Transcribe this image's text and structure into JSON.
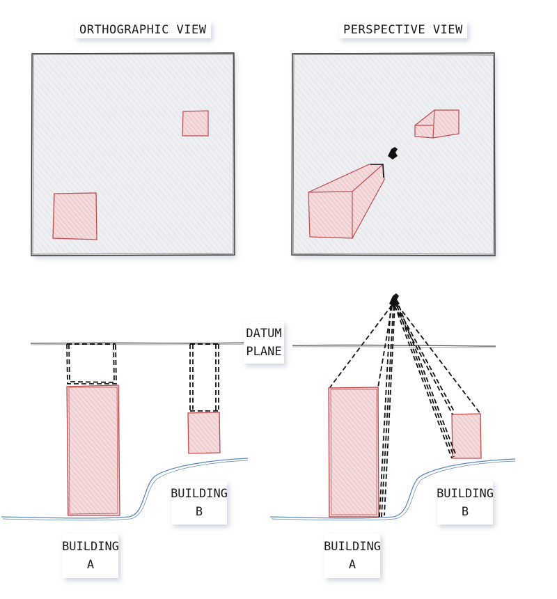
{
  "titles": {
    "orthographic": "ORTHOGRAPHIC VIEW",
    "perspective": "PERSPECTIVE VIEW"
  },
  "labels": {
    "datum_line1": "DATUM",
    "datum_line2": "PLANE",
    "left_building_a_line1": "BUILDING",
    "left_building_a_line2": "A",
    "left_building_b_line1": "BUILDING",
    "left_building_b_line2": "B",
    "right_building_a_line1": "BUILDING",
    "right_building_a_line2": "A",
    "right_building_b_line1": "BUILDING",
    "right_building_b_line2": "B"
  },
  "colors": {
    "panel_fill": "#eeeff2",
    "panel_stroke": "#333333",
    "building_stroke": "#c0484a",
    "building_fill": "#f3d6d8",
    "ground_stroke": "#5a86c0",
    "ink": "#111111"
  },
  "icons": {
    "camera": "camera-icon"
  }
}
